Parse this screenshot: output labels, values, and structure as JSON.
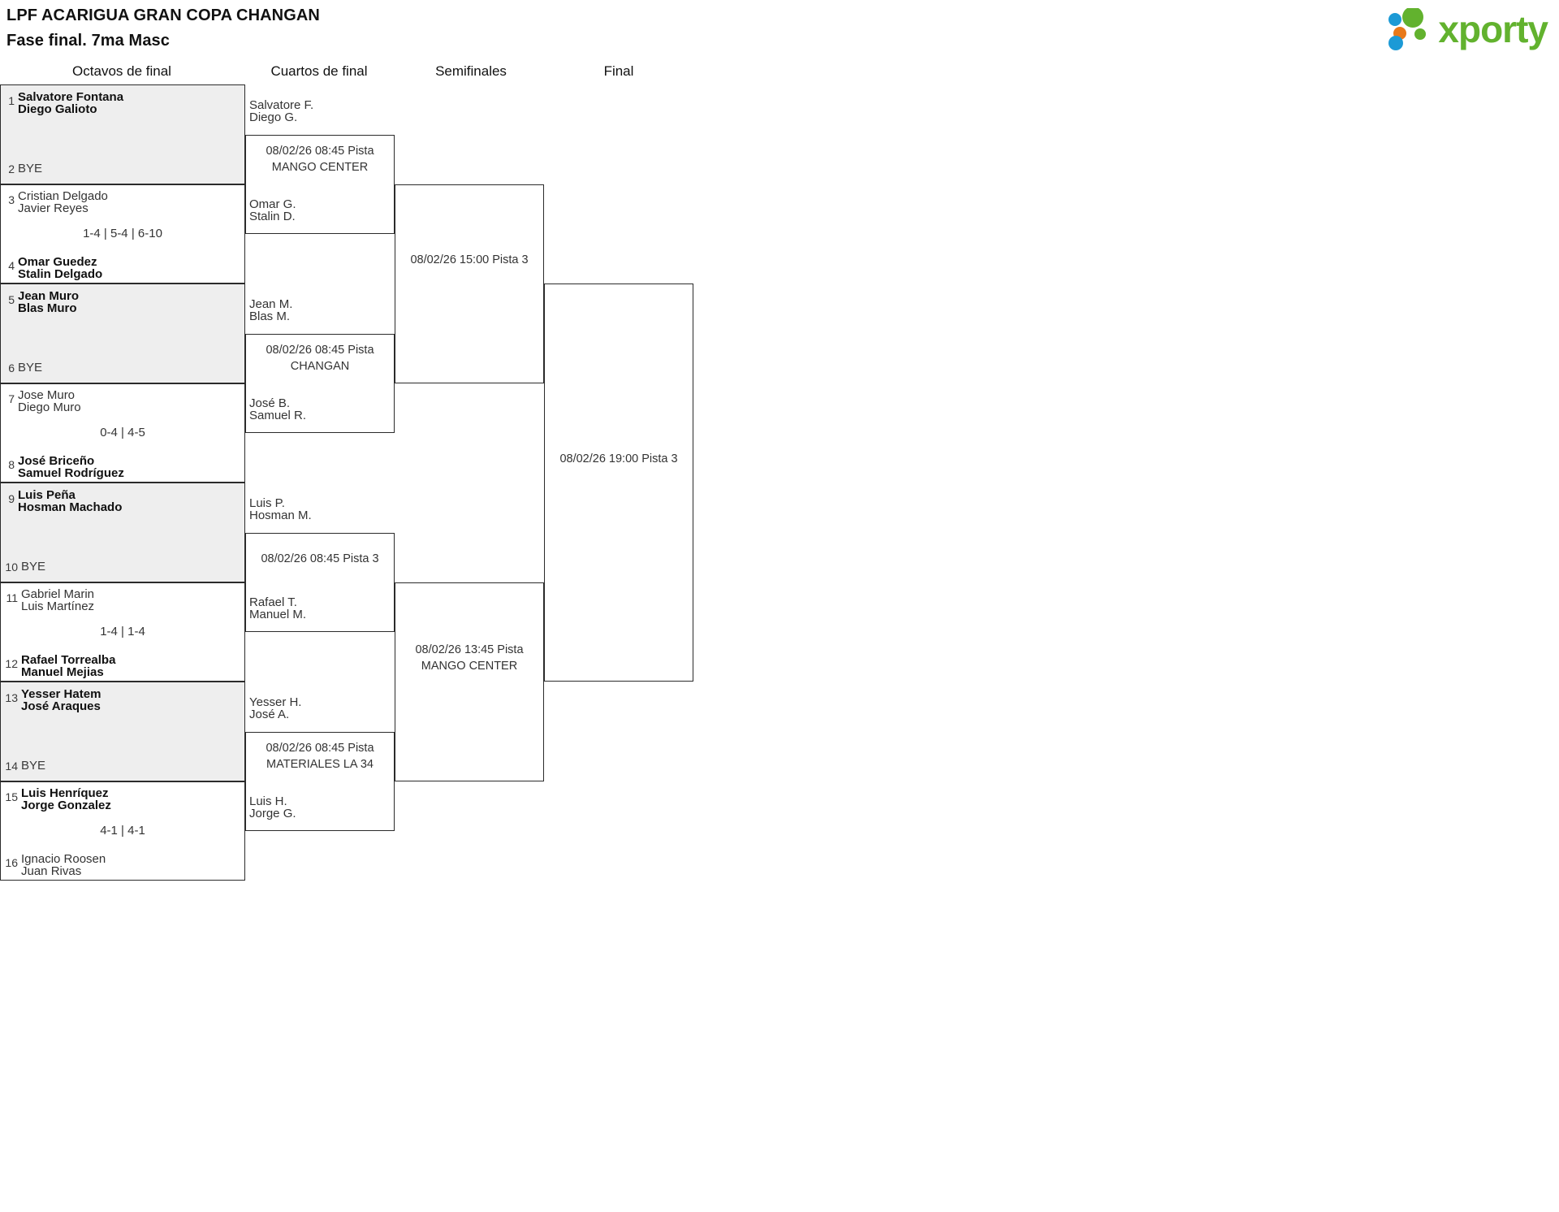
{
  "header": {
    "title_line1": "LPF ACARIGUA GRAN COPA CHANGAN",
    "title_line2": "Fase final. 7ma Masc",
    "logo_text": "xporty",
    "logo_colors": {
      "blue": "#1c9ad6",
      "orange": "#e8791a",
      "green": "#62b22e"
    }
  },
  "rounds": [
    {
      "key": "r16",
      "label": "Octavos de final"
    },
    {
      "key": "qf",
      "label": "Cuartos de final"
    },
    {
      "key": "sf",
      "label": "Semifinales"
    },
    {
      "key": "f",
      "label": "Final"
    }
  ],
  "labels": {
    "bye": "BYE"
  },
  "r16": {
    "slots": [
      {
        "seed": "1",
        "p1": "Salvatore Fontana",
        "p2": "Diego Galioto",
        "winner": true,
        "bye": false
      },
      {
        "seed": "2",
        "p1": "BYE",
        "p2": "",
        "winner": false,
        "bye": true
      },
      {
        "seed": "3",
        "p1": "Cristian Delgado",
        "p2": "Javier Reyes",
        "winner": false,
        "bye": false
      },
      {
        "seed": "4",
        "p1": "Omar Guedez",
        "p2": "Stalin Delgado",
        "winner": true,
        "bye": false
      },
      {
        "seed": "5",
        "p1": "Jean Muro",
        "p2": "Blas Muro",
        "winner": true,
        "bye": false
      },
      {
        "seed": "6",
        "p1": "BYE",
        "p2": "",
        "winner": false,
        "bye": true
      },
      {
        "seed": "7",
        "p1": "Jose Muro",
        "p2": "Diego Muro",
        "winner": false,
        "bye": false
      },
      {
        "seed": "8",
        "p1": "José Briceño",
        "p2": "Samuel Rodríguez",
        "winner": true,
        "bye": false
      },
      {
        "seed": "9",
        "p1": "Luis Peña",
        "p2": "Hosman Machado",
        "winner": true,
        "bye": false
      },
      {
        "seed": "10",
        "p1": "BYE",
        "p2": "",
        "winner": false,
        "bye": true
      },
      {
        "seed": "11",
        "p1": "Gabriel Marin",
        "p2": "Luis Martínez",
        "winner": false,
        "bye": false
      },
      {
        "seed": "12",
        "p1": "Rafael Torrealba",
        "p2": "Manuel Mejias",
        "winner": true,
        "bye": false
      },
      {
        "seed": "13",
        "p1": "Yesser Hatem",
        "p2": "José Araques",
        "winner": true,
        "bye": false
      },
      {
        "seed": "14",
        "p1": "BYE",
        "p2": "",
        "winner": false,
        "bye": true
      },
      {
        "seed": "15",
        "p1": "Luis Henríquez",
        "p2": "Jorge Gonzalez",
        "winner": true,
        "bye": false
      },
      {
        "seed": "16",
        "p1": "Ignacio Roosen",
        "p2": "Juan Rivas",
        "winner": false,
        "bye": false
      }
    ],
    "scores": [
      "",
      "1-4 | 5-4 | 6-10",
      "",
      "0-4 | 4-5",
      "",
      "1-4 | 1-4",
      "",
      "4-1 | 4-1"
    ]
  },
  "qf": {
    "matches": [
      {
        "top_p1": "Salvatore F.",
        "top_p2": "Diego G.",
        "bot_p1": "Omar G.",
        "bot_p2": "Stalin D.",
        "info": "08/02/26 08:45 Pista MANGO CENTER"
      },
      {
        "top_p1": "Jean M.",
        "top_p2": "Blas M.",
        "bot_p1": "José B.",
        "bot_p2": "Samuel R.",
        "info": "08/02/26 08:45 Pista CHANGAN"
      },
      {
        "top_p1": "Luis P.",
        "top_p2": "Hosman M.",
        "bot_p1": "Rafael T.",
        "bot_p2": "Manuel M.",
        "info": "08/02/26 08:45 Pista 3"
      },
      {
        "top_p1": "Yesser H.",
        "top_p2": "José A.",
        "bot_p1": "Luis H.",
        "bot_p2": "Jorge G.",
        "info": "08/02/26 08:45 Pista MATERIALES LA 34"
      }
    ]
  },
  "sf": {
    "matches": [
      {
        "info": "08/02/26 15:00 Pista 3"
      },
      {
        "info": "08/02/26 13:45 Pista MANGO CENTER"
      }
    ]
  },
  "final": {
    "matches": [
      {
        "info": "08/02/26 19:00 Pista 3"
      }
    ]
  }
}
